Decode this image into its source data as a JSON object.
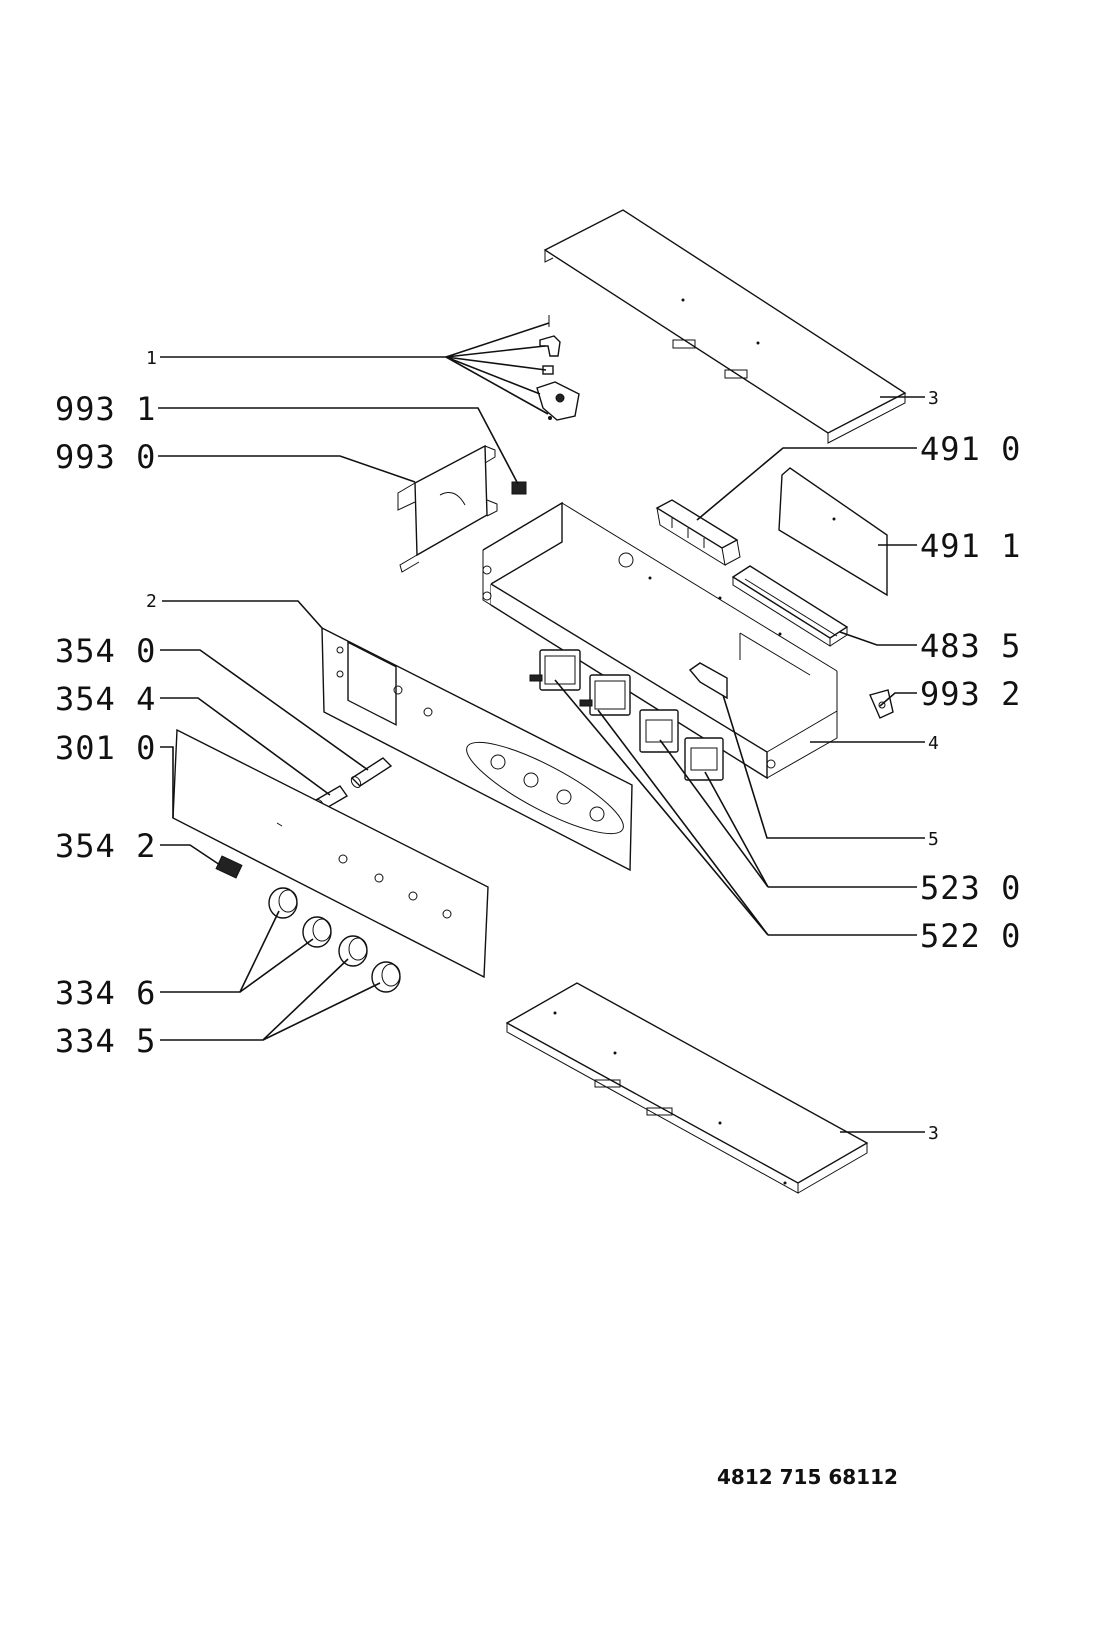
{
  "labels": {
    "l1": "1",
    "l9931": "993  1",
    "l9930": "993  0",
    "l2": "2",
    "l3540": "354  0",
    "l3544": "354  4",
    "l3010": "301  0",
    "l3542": "354  2",
    "l3346": "334  6",
    "l3345": "334  5",
    "l3top": "3",
    "l4910": "491  0",
    "l4911": "491  1",
    "l4835": "483  5",
    "l9932": "993  2",
    "l4": "4",
    "l5": "5",
    "l5230": "523  0",
    "l5220": "522  0",
    "l3bot": "3"
  },
  "document_code": "4812 715 68112"
}
